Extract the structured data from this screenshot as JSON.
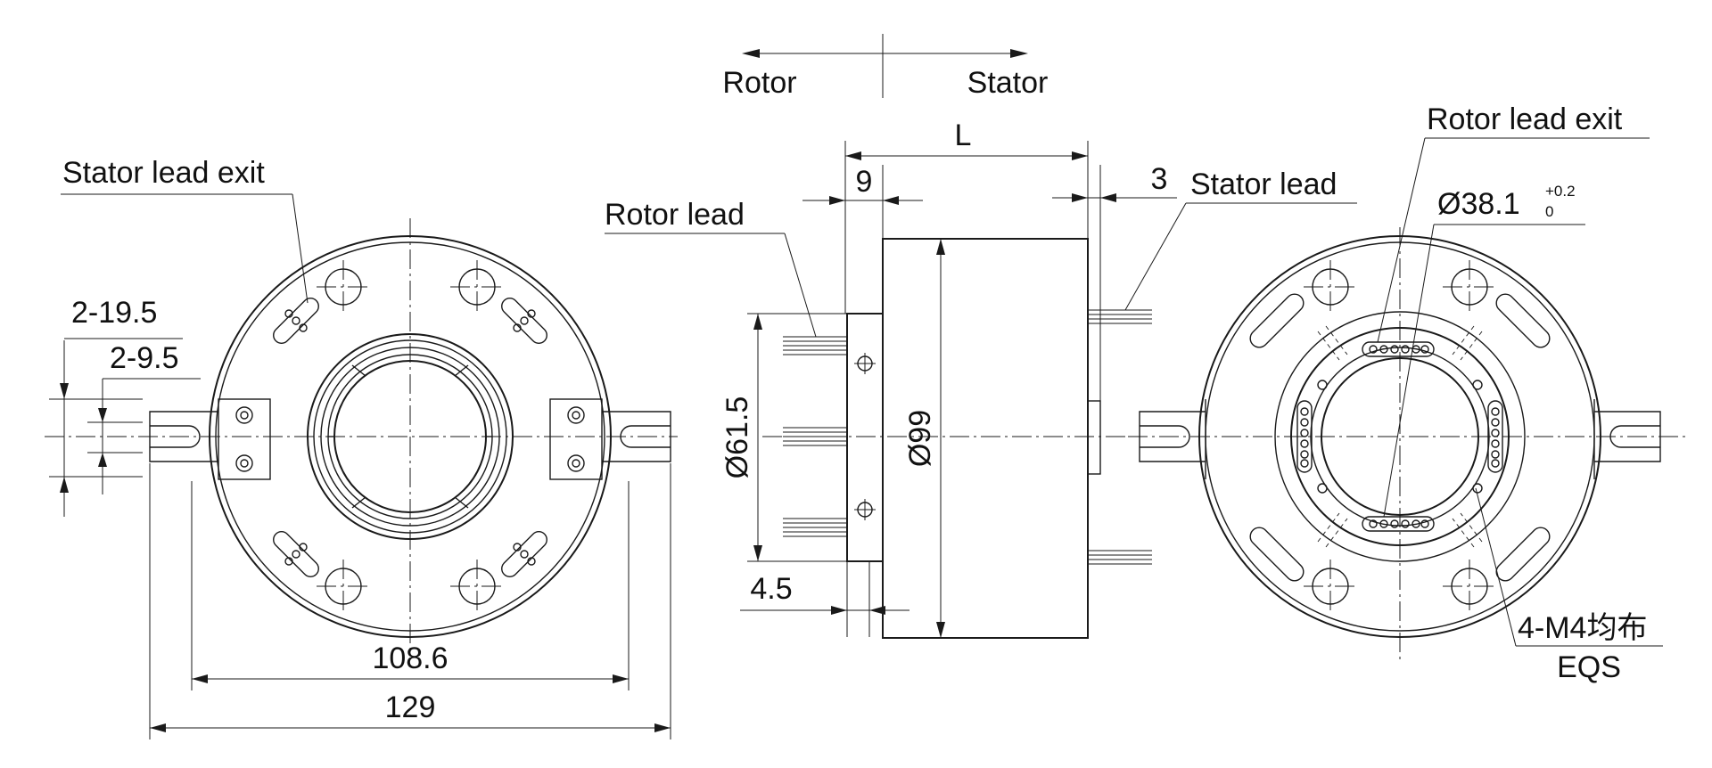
{
  "direction": {
    "left": "Rotor",
    "right": "Stator"
  },
  "left_view": {
    "callout": "Stator lead exit",
    "dim_outer_slot": "2-19.5",
    "dim_inner_slot": "2-9.5",
    "dim_hole_span": "108.6",
    "dim_overall_width": "129"
  },
  "side_view": {
    "dim_length": "L",
    "dim_flange": "9",
    "dim_stator_lead_gap": "3",
    "stator_lead": "Stator lead",
    "rotor_lead": "Rotor lead",
    "dim_flange_diameter": "Ø61.5",
    "dim_body_diameter": "Ø99",
    "dim_rotor_offset": "4.5"
  },
  "right_view": {
    "callout": "Rotor lead exit",
    "bore_main": "Ø38.1",
    "bore_tol_upper": "+0.2",
    "bore_tol_lower": "0",
    "holes_spec": "4-M4均布",
    "holes_eqs": "EQS"
  }
}
